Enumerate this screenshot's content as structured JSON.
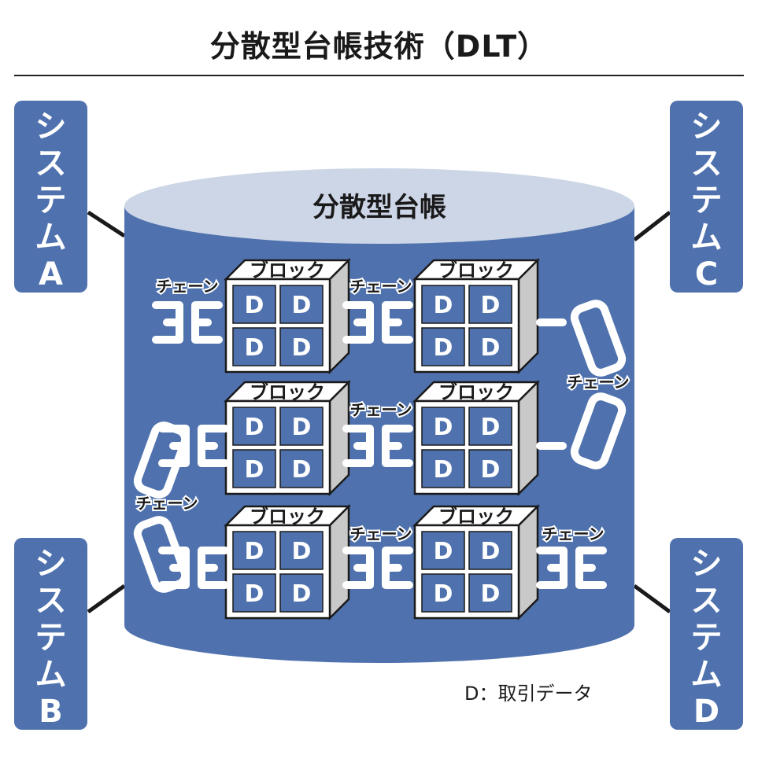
{
  "title": "分散型台帳技術（DLT）",
  "ledger_label": "分散型台帳",
  "block_label": "ブロック",
  "chain_label": "チェーン",
  "data_cell": "D",
  "legend": "D：取引データ",
  "systems": {
    "a": [
      "シ",
      "ス",
      "テ",
      "ム",
      "A"
    ],
    "b": [
      "シ",
      "ス",
      "テ",
      "ム",
      "B"
    ],
    "c": [
      "シ",
      "ス",
      "テ",
      "ム",
      "C"
    ],
    "d": [
      "シ",
      "ス",
      "テ",
      "ム",
      "D"
    ]
  },
  "colors": {
    "system_box": "#4f72ae",
    "cylinder_body": "#4f72ae",
    "cylinder_top": "#cdd6e6",
    "chain": "#ffffff",
    "block_face": "#ffffff",
    "block_side": "#c9c9c9"
  }
}
